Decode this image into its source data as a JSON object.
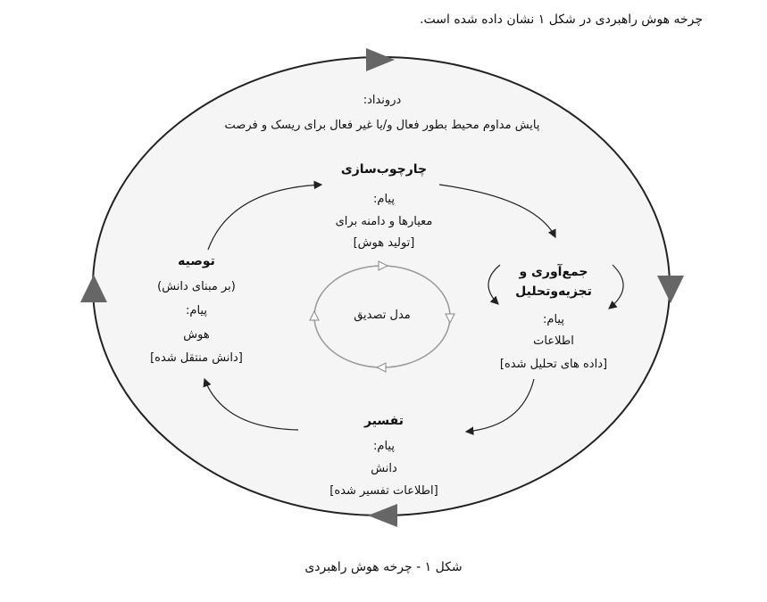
{
  "intro": "چرخه هوش راهبردی در شکل ۱ نشان داده شده است.",
  "caption": "شکل ۱ - چرخه هوش راهبردی",
  "diagram": {
    "input": {
      "title": "درونداد:",
      "text": "پایش مداوم محیط بطور فعال و/یا غیر فعال برای ریسک و فرصت"
    },
    "framing": {
      "title": "چارچوب‌سازی",
      "message_label": "پیام:",
      "message_line1": "معیارها و دامنه برای",
      "message_line2": "[تولید هوش]"
    },
    "collection": {
      "title_line1": "جمع‌آوری و",
      "title_line2": "تجزیه‌وتحلیل",
      "message_label": "پیام:",
      "message_line1": "اطلاعات",
      "message_line2": "[داده های تحلیل شده]"
    },
    "interpretation": {
      "title": "تفسیر",
      "message_label": "پیام:",
      "message_line1": "دانش",
      "message_line2": "[اطلاعات تفسیر شده]"
    },
    "recommendation": {
      "title": "توصیه",
      "subtitle": "(بر مبنای دانش)",
      "message_label": "پیام:",
      "message_line1": "هوش",
      "message_line2": "[دانش منتقل شده]"
    },
    "validation": {
      "title": "مدل تصدیق"
    }
  },
  "colors": {
    "outer_fill": "#f5f5f5",
    "stroke": "#222222",
    "arrow_fill": "#666666",
    "inner_stroke": "#999999"
  }
}
